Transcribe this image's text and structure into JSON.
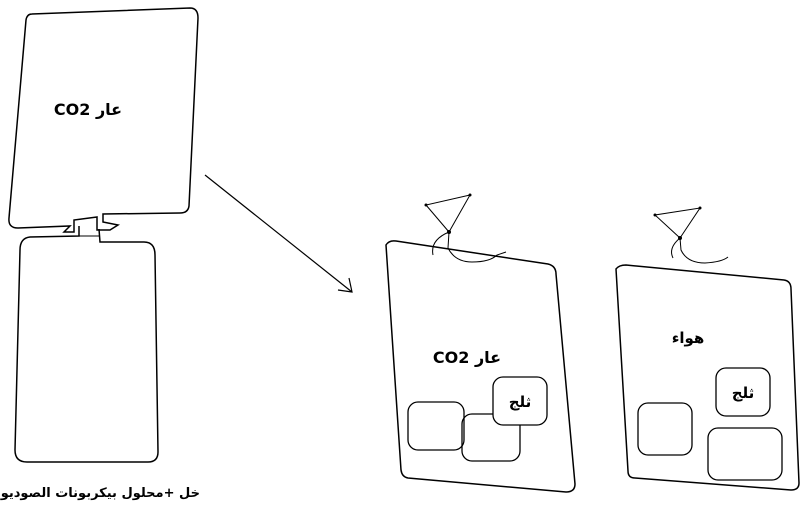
{
  "left_setup": {
    "bag_label": "عار CO2",
    "caption": "خل +محلول بيكربونات الصوديوم"
  },
  "middle_bag": {
    "label": "عار CO2",
    "ice_label": "ثلج"
  },
  "right_bag": {
    "label": "هواء",
    "ice_label": "ثلج"
  }
}
